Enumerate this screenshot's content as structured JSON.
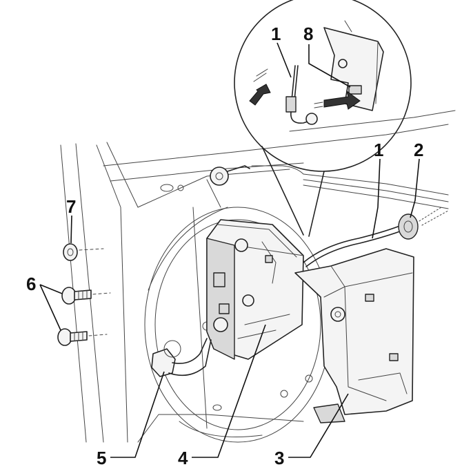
{
  "diagram": {
    "callouts": [
      {
        "id": "detail-1",
        "text": "1"
      },
      {
        "id": "detail-8",
        "text": "8"
      },
      {
        "id": "cable-1",
        "text": "1"
      },
      {
        "id": "grommet-2",
        "text": "2"
      },
      {
        "id": "cover-3",
        "text": "3"
      },
      {
        "id": "lock-4",
        "text": "4"
      },
      {
        "id": "connector-5",
        "text": "5"
      },
      {
        "id": "bolt-6",
        "text": "6"
      },
      {
        "id": "washer-7",
        "text": "7"
      }
    ]
  }
}
